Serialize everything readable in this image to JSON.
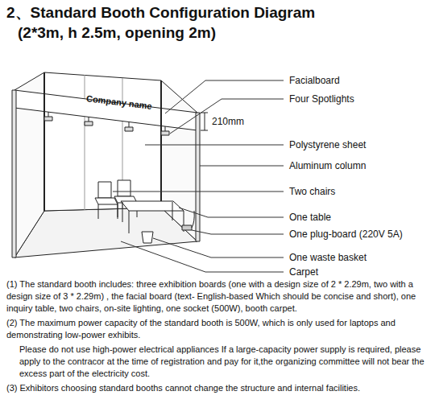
{
  "diagram": {
    "title": "2、Standard Booth Configuration Diagram",
    "labels": [
      "(2*3m, h 2.5m, opening 2m)",
      "Company name",
      "Facialboard",
      "Four Spotlights",
      "210mm",
      "Polystyrene sheet",
      "Aluminum column",
      "Two chairs",
      "One table",
      "One plug-board (220V 5A)",
      "One waste basket",
      "Carpet",
      "(1) The standard booth includes: three exhibition boards (one with a design size of 2 * 2.29m, two with a design size of 3 * 2.29m) , the facial board (text- English-based Which should be concise and short), one inquiry table, two chairs, on-site lighting, one socket (500W), booth carpet.",
      "(2) The maximum power capacity of the standard booth is 500W, which is only used for laptops and demonstrating low-power exhibits.",
      "Please do not use high-power electrical appliances If a large-capacity power supply is required, please apply to the contracor at the time of registration and pay for it,the organizing committee will not bear the excess part of the electricity cost.",
      "(3) Exhibitors choosing standard booths cannot change the structure and internal facilities."
    ]
  }
}
